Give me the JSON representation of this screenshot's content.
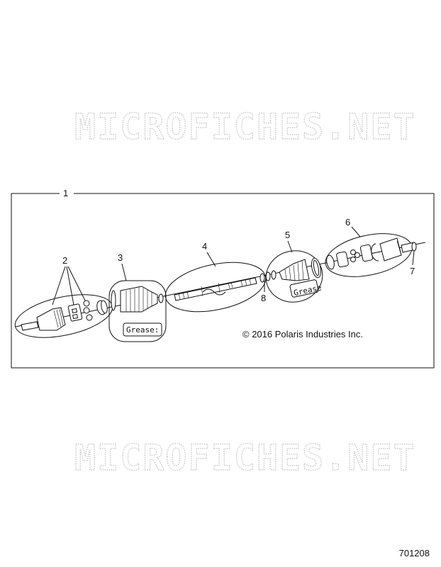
{
  "watermark": {
    "text": "MICROFICHES.NET"
  },
  "diagram": {
    "callouts": {
      "c1": "1",
      "c2": "2",
      "c3": "3",
      "c4": "4",
      "c5": "5",
      "c6": "6",
      "c7": "7",
      "c8": "8"
    },
    "grease_label_1": "Grease:",
    "grease_label_2": "Grease",
    "copyright": "© 2016 Polaris Industries Inc."
  },
  "figure_number": "701208"
}
